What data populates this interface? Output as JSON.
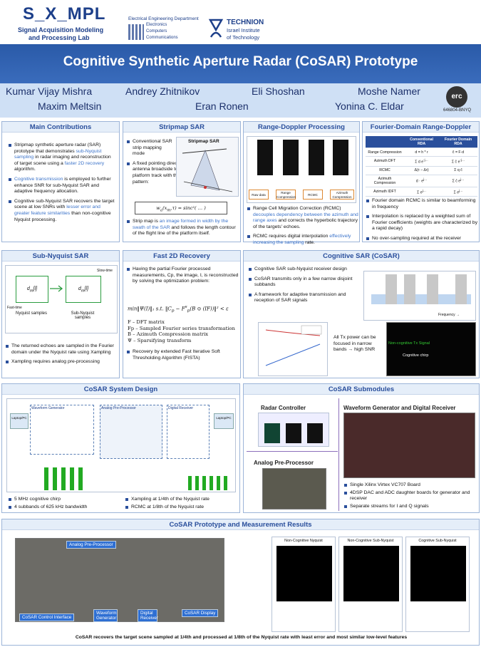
{
  "header": {
    "lab_logo": "S_X_MPL",
    "lab_name_1": "Signal Acquisition Modeling",
    "lab_name_2": "and Processing Lab",
    "dept": "Electrical Engineering Department",
    "dept_items": [
      "Electronics",
      "Computers",
      "Communications"
    ],
    "univ_name": "TECHNION",
    "univ_sub_1": "Israel Institute",
    "univ_sub_2": "of Technology"
  },
  "title": "Cognitive Synthetic Aperture Radar (CoSAR) Prototype",
  "authors": [
    "Kumar Vijay Mishra",
    "Andrey Zhitnikov",
    "Eli Shoshan",
    "Moshe Namer",
    "Maxim Meltsin",
    "Eran Ronen",
    "Yonina C. Eldar"
  ],
  "erc": {
    "logo": "erc",
    "code": "646804-BNYQ"
  },
  "main_contributions": {
    "title": "Main Contributions",
    "b1_pre": "Stripmap synthetic aperture radar (SAR) prototype that demonstrates ",
    "b1_blue1": "sub-Nyquist sampling",
    "b1_mid": " in radar imaging and reconstruction of target scene using a ",
    "b1_blue2": "faster 2D recovery",
    "b1_post": " algorithm.",
    "b2_blue": "Cognitive transmission",
    "b2_post": " is employed to further enhance SNR for sub-Nyquist SAR and adaptive frequency allocation.",
    "b3_pre": "Cognitive sub-Nyquist SAR recovers the target scene at low SNRs with ",
    "b3_blue": "lesser error and greater feature similarities",
    "b3_post": " than non-cognitive Nyquist processing."
  },
  "stripmap": {
    "title": "Stripmap SAR",
    "b1": "Conventional SAR strip mapping mode",
    "b2": "A fixed pointing direction antenna broadside to the platform track with the beam pattern:",
    "img_label": "Stripmap SAR",
    "b3_pre": "Strip map is ",
    "b3_blue": "an image formed in width by the swath of the SAR",
    "b3_post": " and follows the length contour of the flight line of the platform itself."
  },
  "range_doppler": {
    "title": "Range-Doppler Processing",
    "flow": [
      "Raw data",
      "Range Compression",
      "RCMC",
      "Azimuth Compression"
    ],
    "b1_pre": "Range Cell Migration Correction (RCMC) ",
    "b1_blue": "decouples dependency between the azimuth and range axes",
    "b1_post": " and corrects the hyperbolic trajectory of the targets' echoes.",
    "b2_pre": "RCMC requires digital interpolation ",
    "b2_blue": "effectively increasing the sampling",
    "b2_post": " rate."
  },
  "fourier_rd": {
    "title": "Fourier-Domain Range-Doppler",
    "col_headers": [
      "",
      "Conventional RDA",
      "Fourier Domain RDA"
    ],
    "rows": [
      "Range Compression",
      "Azimuth DFT",
      "RCMC",
      "Azimuth Compression",
      "Azimuth IDFT"
    ],
    "b1": "Fourier domain RCMC is similar to beamforming in frequency",
    "b2": "Interpolation is replaced by a weighted sum of Fourier coefficients (weights are characterized by a rapid decay)",
    "b3": "No over-sampling required at the receiver"
  },
  "sub_nyquist": {
    "title": "Sub-Nyquist SAR",
    "slow_time": "Slow-time",
    "fast_time": "Fast-time",
    "nyq_label": "Nyquist samples",
    "sub_label": "Sub-Nyquist samples",
    "b1": "The returned echoes are sampled in the Fourier domain under the Nyquist rate using Xampling",
    "b2": "Xampling requires analog pre-processing"
  },
  "fast2d": {
    "title": "Fast 2D Recovery",
    "b1": "Having the partial Fourier processed measurements, Cp, the image, I, is reconstructed by solving the optimization problem:",
    "defs": [
      "F – DFT matrix",
      "Fp – Sampled Fourier series transformation",
      "B – Azimuth Compression matrix",
      "Ψ – Sparsifying transform"
    ],
    "b2": "Recovery by extended Fast Iterative Soft Thresholding Algorithm (FISTA)"
  },
  "cosar": {
    "title": "Cognitive SAR (CoSAR)",
    "b1": "Cognitive SAR sub-Nyquist receiver design",
    "b2": "CoSAR transmits only in a few narrow disjoint subbands",
    "b3": "A framework for adaptive transmission and reception of SAR signals",
    "power_text": "All Tx power can be focused in narrow bands → high SNR",
    "sig_label": "Non-cognitive Tx Signal",
    "chirp_label": "Cognitive chirp",
    "freq_label": "Frequency →"
  },
  "system_design": {
    "title": "CoSAR System Design",
    "blocks": [
      "Waveform Generator",
      "Analog Pre-Processor",
      "Digital Receiver",
      "Laptop/PC",
      "Laptop/PC"
    ],
    "left_bullets": [
      "5 MHz cognitive chirp",
      "4 subbands of 625 kHz bandwidth"
    ],
    "right_bullets": [
      "Xampling at 1/4th of the Nyquist rate",
      "RCMC at 1/8th of the Nyquist rate"
    ]
  },
  "submodules": {
    "title": "CoSAR Submodules",
    "radar_ctrl": "Radar Controller",
    "analog": "Analog Pre-Processor",
    "wave_dig": "Waveform Generator and Digital Receiver",
    "bullets": [
      "Single Xilinx Virtex VC707 Board",
      "4DSP DAC and ADC daughter boards for generator and receiver",
      "Separate streams for I and Q signals"
    ]
  },
  "results": {
    "title": "CoSAR Prototype and Measurement Results",
    "tags": [
      "Analog Pre-Processor",
      "CoSAR Control Interface",
      "Waveform Generator",
      "Digital Receiver",
      "CoSAR Display"
    ],
    "panels": [
      "Non-Cognitive Nyquist",
      "Non-Cognitive Sub-Nyquist",
      "Cognitive Sub-Nyquist"
    ],
    "caption": "CoSAR recovers the target scene sampled at 1/4th and processed at 1/8th of the Nyquist rate with least error and most similar low-level features"
  }
}
